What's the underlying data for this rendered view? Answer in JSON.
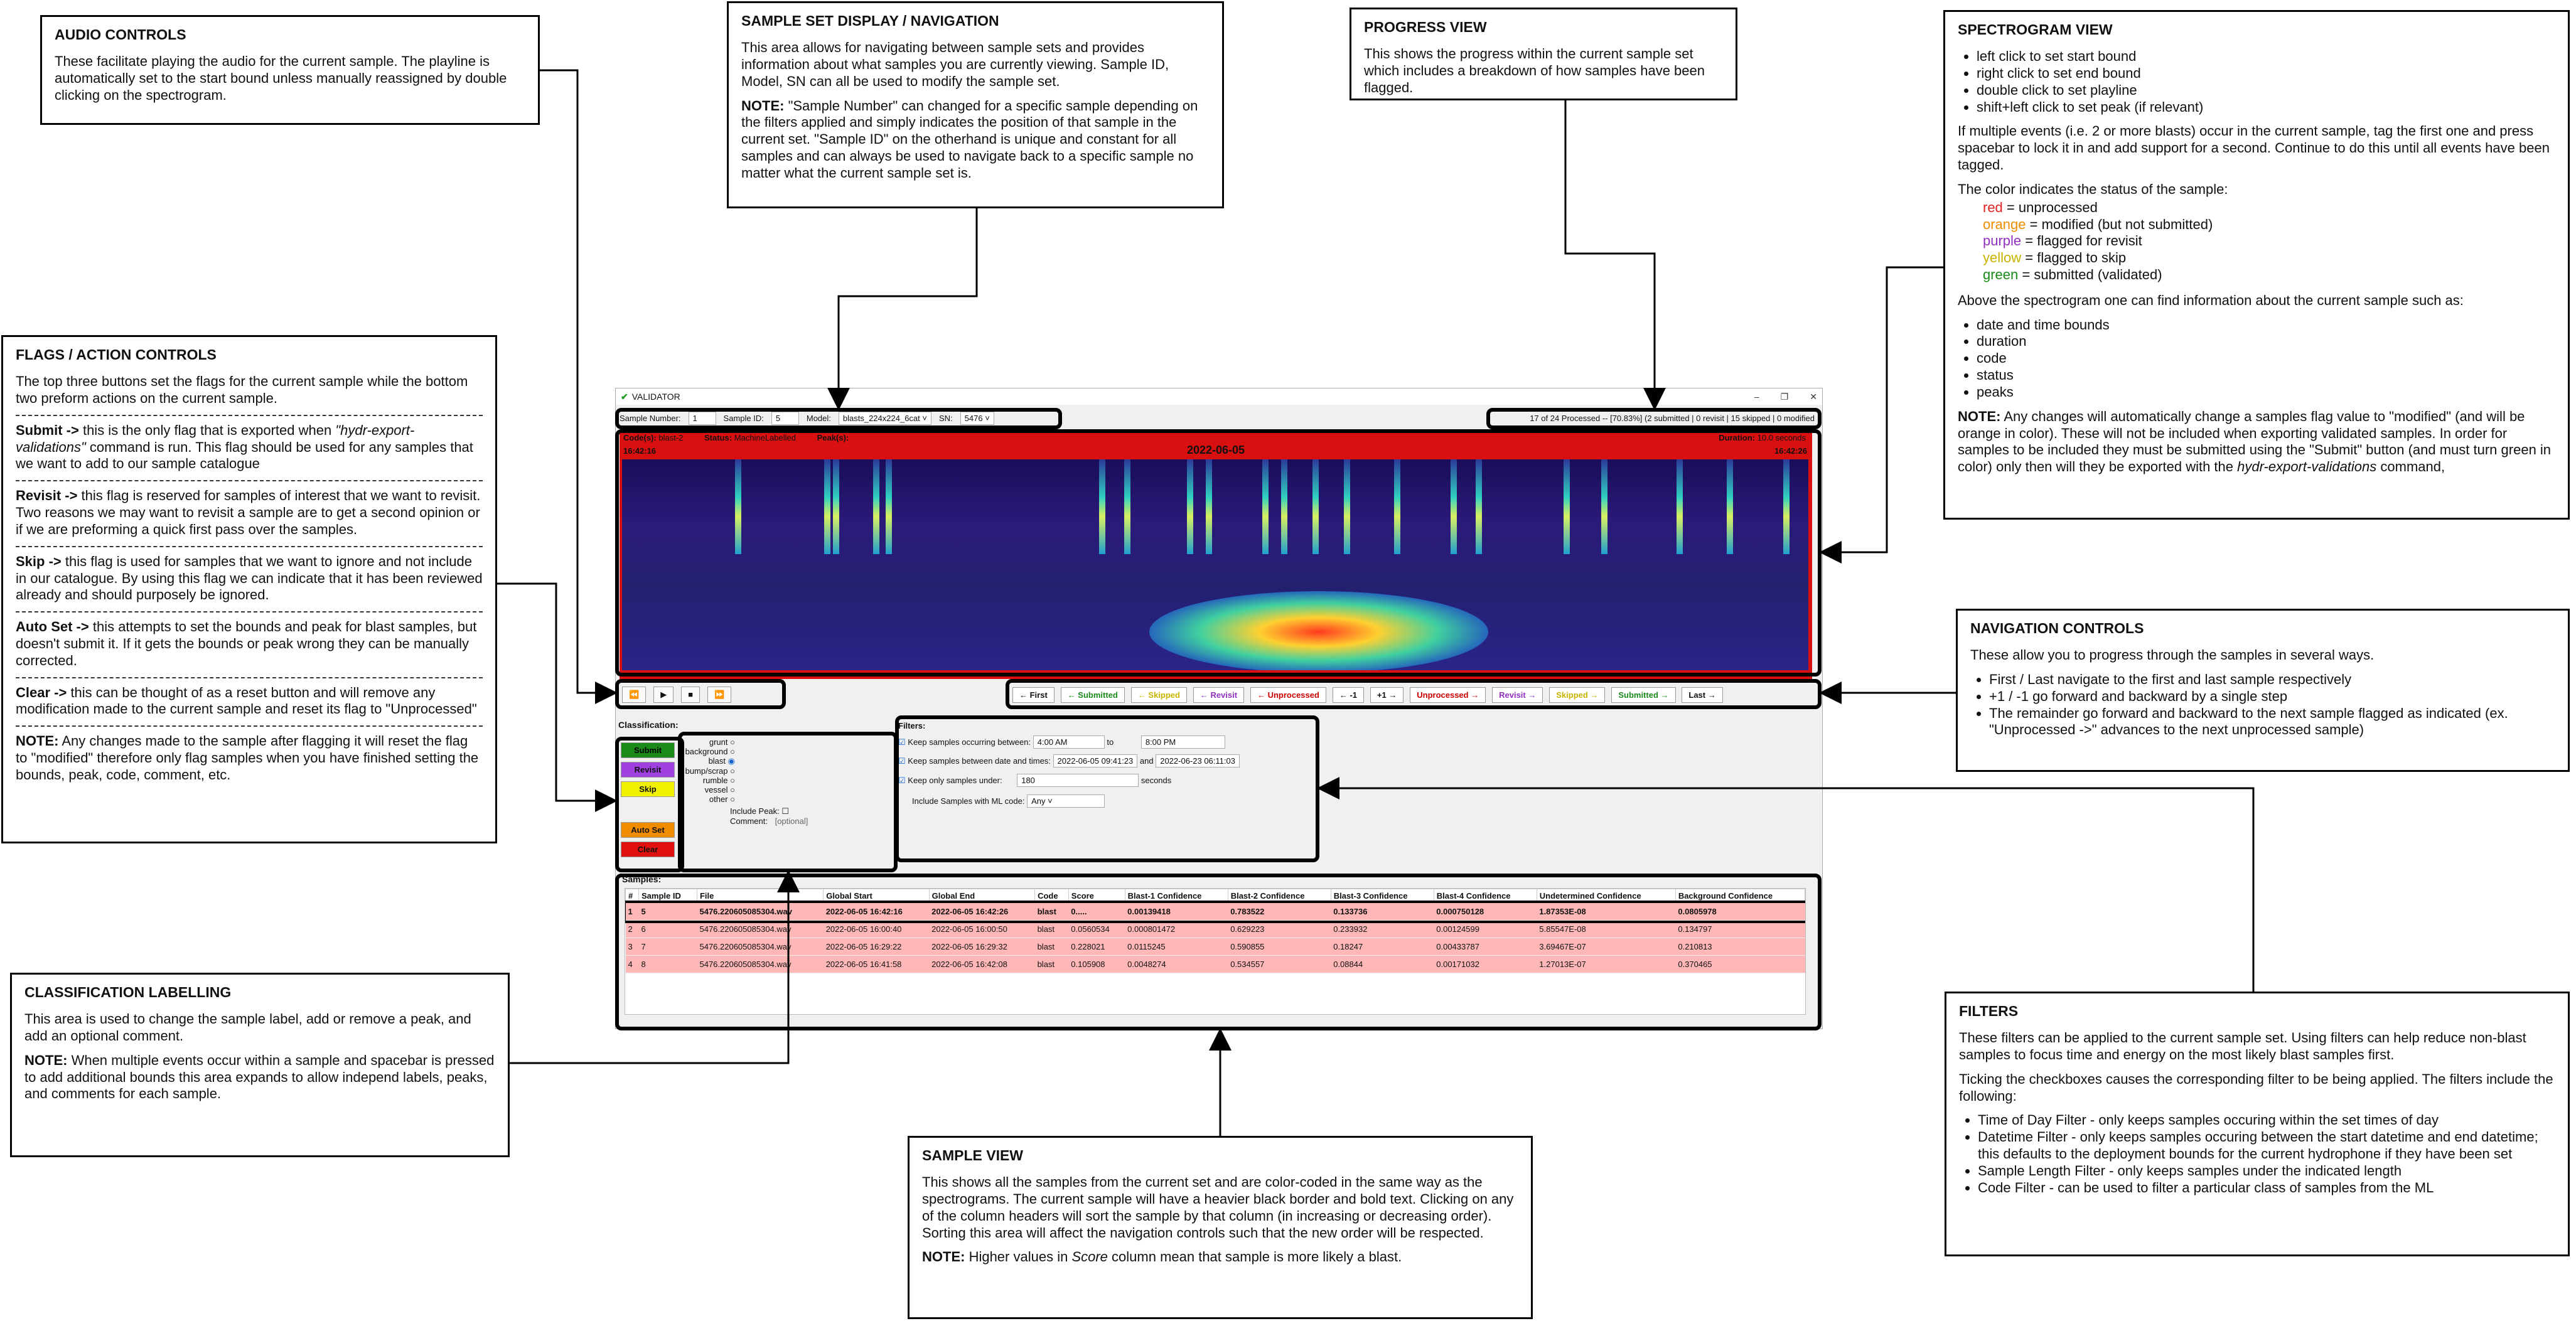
{
  "callouts": {
    "audio": {
      "title": "AUDIO CONTROLS",
      "text": "These facilitate playing the audio for the current sample.  The playline is automatically set to the start bound unless manually reassigned by double clicking on the spectrogram."
    },
    "sample_set": {
      "title": "SAMPLE SET DISPLAY / NAVIGATION",
      "text": "This area allows for navigating between sample sets and provides information about what samples you are  currently viewing.  Sample ID, Model, SN can all be used to modify the sample set.",
      "note_label": "NOTE:",
      "note": " \"Sample Number\" can changed for a specific sample depending on the filters applied and simply indicates the position of that sample in the current set.  \"Sample ID\" on the otherhand is unique and constant for all samples and can always be used to navigate back to a specific sample no matter what the current sample set is."
    },
    "progress": {
      "title": "PROGRESS VIEW",
      "text": "This shows the progress within the current sample set which includes a breakdown of how samples have been flagged."
    },
    "spectrogram": {
      "title": "SPECTROGRAM VIEW",
      "bullets": [
        "left click to set start bound",
        "right click to set end bound",
        "double click to set playline",
        "shift+left click to set peak (if relevant)"
      ],
      "para1": "If multiple events (i.e. 2 or more blasts) occur in the current sample, tag the first one and press spacebar to lock it in and add support for a second.  Continue to do this until all events have been tagged.",
      "para2": "The color indicates the status of the sample:",
      "colors": [
        {
          "word": "red",
          "desc": " = unprocessed"
        },
        {
          "word": "orange",
          "desc": " = modified (but not submitted)"
        },
        {
          "word": "purple",
          "desc": " = flagged for revisit"
        },
        {
          "word": "yellow",
          "desc": " = flagged to skip"
        },
        {
          "word": "green",
          "desc": " = submitted (validated)"
        }
      ],
      "para3": "Above the spectrogram one can find information about the current sample such as:",
      "bullets2": [
        "date and time bounds",
        "duration",
        "code",
        "status",
        "peaks"
      ],
      "note_label": "NOTE:",
      "note": " Any changes will automatically change a samples flag value to \"modified\" (and will be orange in color).  These will not be included when exporting validated samples.  In order for samples to be included they must be submitted using the \"Submit\" button (and must turn green in color) only then will they be exported with the ",
      "note_cmd": "hydr-export-validations",
      "note_end": " command,"
    },
    "flags": {
      "title": "FLAGS / ACTION CONTROLS",
      "intro": "The top three buttons set the flags for the current sample while the bottom two preform actions on the current sample.",
      "submit_label": "Submit ->",
      "submit_a": " this is the only flag that is exported when ",
      "submit_cmd": "\"hydr-export-validations\"",
      "submit_b": " command is run.  This flag should be used for any samples that we want to add to our sample catalogue",
      "revisit_label": "Revisit ->",
      "revisit": " this flag is reserved for samples of interest that we want to revisit.  Two reasons we may want to revisit a sample are to get a second opinion or if we are preforming a quick first pass over the samples.",
      "skip_label": "Skip ->",
      "skip": " this flag is used for samples that we want to ignore and not include in our catalogue.  By using this flag we can indicate that it has been reviewed already and should purposely be ignored.",
      "autoset_label": "Auto Set ->",
      "autoset": " this attempts to set the bounds and peak for blast samples, but doesn't submit it.  If it gets the bounds or peak wrong they can be manually corrected.",
      "clear_label": "Clear ->",
      "clear": " this can be thought of as a reset button and will remove any modification made to the current sample and reset its flag to \"Unprocessed\"",
      "note_label": "NOTE:",
      "note": " Any changes made to the sample after flagging it will reset the flag to \"modified\" therefore only flag samples when you have finished setting the bounds, peak, code, comment, etc."
    },
    "navigation": {
      "title": "NAVIGATION CONTROLS",
      "text": "These allow you to progress through the samples in several ways.",
      "bullets": [
        "First / Last navigate to the first and last sample respectively",
        "+1 / -1 go forward and backward by a single step",
        "The remainder go forward and backward to the next sample flagged as indicated (ex. \"Unprocessed ->\" advances  to the next unprocessed sample)"
      ]
    },
    "classification": {
      "title": "CLASSIFICATION LABELLING",
      "text": "This area is used to change the sample label, add or remove a peak, and add an optional comment.",
      "note_label": "NOTE:",
      "note": " When multiple events occur within a sample and spacebar is pressed to add additional bounds this area expands to allow independ labels, peaks, and comments for each sample."
    },
    "sample_view": {
      "title": "SAMPLE VIEW",
      "text": "This shows all the samples from the current set and are color-coded in the same way as the spectrograms.  The current sample will have a heavier black border and bold text.  Clicking on any of the column headers will sort the sample by that column (in increasing or decreasing order).  Sorting this area will affect the navigation controls such that the new order will be respected.",
      "note_label": "NOTE:",
      "note_a": " Higher values in ",
      "note_em": "Score",
      "note_b": " column mean that sample is more likely a blast."
    },
    "filters": {
      "title": "FILTERS",
      "text1": "These filters can be applied to the current sample set.  Using filters can help reduce non-blast samples to focus time and energy on the most likely blast samples first.",
      "text2": "Ticking the checkboxes causes the corresponding filter to be being applied.  The filters include the following:",
      "bullets": [
        "Time of Day Filter - only keeps samples occuring within the set times of day",
        "Datetime Filter - only keeps samples occuring between the start datetime and end datetime; this defaults to the deployment bounds for the current hydrophone if they have been set",
        "Sample Length Filter - only keeps samples under the indicated length",
        "Code Filter - can be used to filter a particular class of samples from the ML"
      ]
    }
  },
  "app": {
    "title": "VALIDATOR",
    "sample_number_label": "Sample Number:",
    "sample_number": "1",
    "sample_id_label": "Sample ID:",
    "sample_id": "5",
    "model_label": "Model:",
    "model": "blasts_224x224_6cat",
    "sn_label": "SN:",
    "sn": "5476",
    "progress": "17 of 24 Processed -- [70.83%] (2 submitted | 0 revisit | 15 skipped | 0 modified",
    "code_label": "Code(s):",
    "code": "blast-2",
    "status_label": "Status:",
    "status": "MachineLabelled",
    "peak_label": "Peak(s):",
    "duration_label": "Duration:",
    "duration": "10.0 seconds",
    "date": "2022-06-05",
    "start_time": "16:42:16",
    "end_time": "16:42:26",
    "nav_buttons": [
      "← First",
      "← Submitted",
      "← Skipped",
      "← Revisit",
      "← Unprocessed",
      "← -1",
      "+1 →",
      "Unprocessed →",
      "Revisit →",
      "Skipped →",
      "Submitted →",
      "Last →"
    ],
    "classification_label": "Classification:",
    "flag_buttons": {
      "submit": "Submit",
      "revisit": "Revisit",
      "skip": "Skip",
      "autoset": "Auto Set",
      "clear": "Clear"
    },
    "classes": [
      "grunt",
      "background",
      "blast",
      "bump/scrap",
      "rumble",
      "vessel",
      "other"
    ],
    "include_peak_label": "Include Peak:",
    "comment_label": "Comment:",
    "comment_placeholder": "[optional]",
    "filters_label": "Filters:",
    "filter_tod_label": "Keep samples occurring between:",
    "filter_tod_from": "4:00 AM",
    "filter_tod_to_label": "to",
    "filter_tod_to": "8:00 PM",
    "filter_dt_label": "Keep samples between date and times:",
    "filter_dt_from": "2022-06-05 09:41:23",
    "filter_dt_and": "and",
    "filter_dt_to": "2022-06-23 06:11:03",
    "filter_len_label": "Keep only samples under:",
    "filter_len_value": "180",
    "filter_len_unit": "seconds",
    "filter_code_label": "Include Samples with ML code:",
    "filter_code_value": "Any",
    "samples_label": "Samples:",
    "columns": [
      "#",
      "Sample ID",
      "File",
      "Global Start",
      "Global End",
      "Code",
      "Score",
      "Blast-1 Confidence",
      "Blast-2 Confidence",
      "Blast-3 Confidence",
      "Blast-4 Confidence",
      "Undetermined Confidence",
      "Background Confidence"
    ],
    "rows": [
      [
        "1",
        "5",
        "5476.220605085304.wav",
        "2022-06-05 16:42:16",
        "2022-06-05 16:42:26",
        "blast",
        "0.....",
        "0.00139418",
        "0.783522",
        "0.133736",
        "0.000750128",
        "1.87353E-08",
        "0.0805978"
      ],
      [
        "2",
        "6",
        "5476.220605085304.wav",
        "2022-06-05 16:00:40",
        "2022-06-05 16:00:50",
        "blast",
        "0.0560534",
        "0.000801472",
        "0.629223",
        "0.233932",
        "0.00124599",
        "5.85547E-08",
        "0.134797"
      ],
      [
        "3",
        "7",
        "5476.220605085304.wav",
        "2022-06-05 16:29:22",
        "2022-06-05 16:29:32",
        "blast",
        "0.228021",
        "0.0115245",
        "0.590855",
        "0.18247",
        "0.00433787",
        "3.69467E-07",
        "0.210813"
      ],
      [
        "4",
        "8",
        "5476.220605085304.wav",
        "2022-06-05 16:41:58",
        "2022-06-05 16:42:08",
        "blast",
        "0.105908",
        "0.0048274",
        "0.534557",
        "0.08844",
        "0.00171032",
        "1.27013E-07",
        "0.370465"
      ]
    ]
  }
}
